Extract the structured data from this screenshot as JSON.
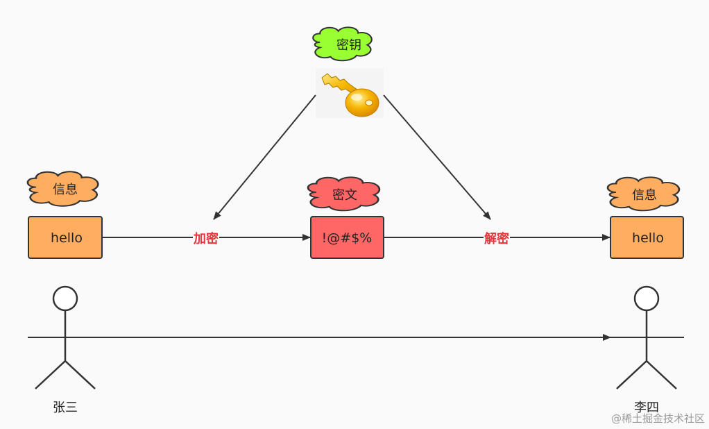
{
  "colors": {
    "plain_fill": "#ffad60",
    "cipher_fill": "#ff6666",
    "key_cloud_fill": "#99ff33",
    "cipher_cloud_fill": "#ff6666",
    "info_cloud_fill": "#ffad60",
    "edge_label": "#e8343a",
    "stroke": "#333333"
  },
  "key": {
    "cloud_label": "密钥",
    "icon": "golden-key-icon"
  },
  "sender": {
    "cloud_label": "信息",
    "box_text": "hello",
    "actor_label": "张三"
  },
  "ciphertext": {
    "cloud_label": "密文",
    "box_text": "!@#$%"
  },
  "receiver": {
    "cloud_label": "信息",
    "box_text": "hello",
    "actor_label": "李四"
  },
  "edges": {
    "encrypt": "加密",
    "decrypt": "解密"
  },
  "watermark": "@稀土掘金技术社区"
}
